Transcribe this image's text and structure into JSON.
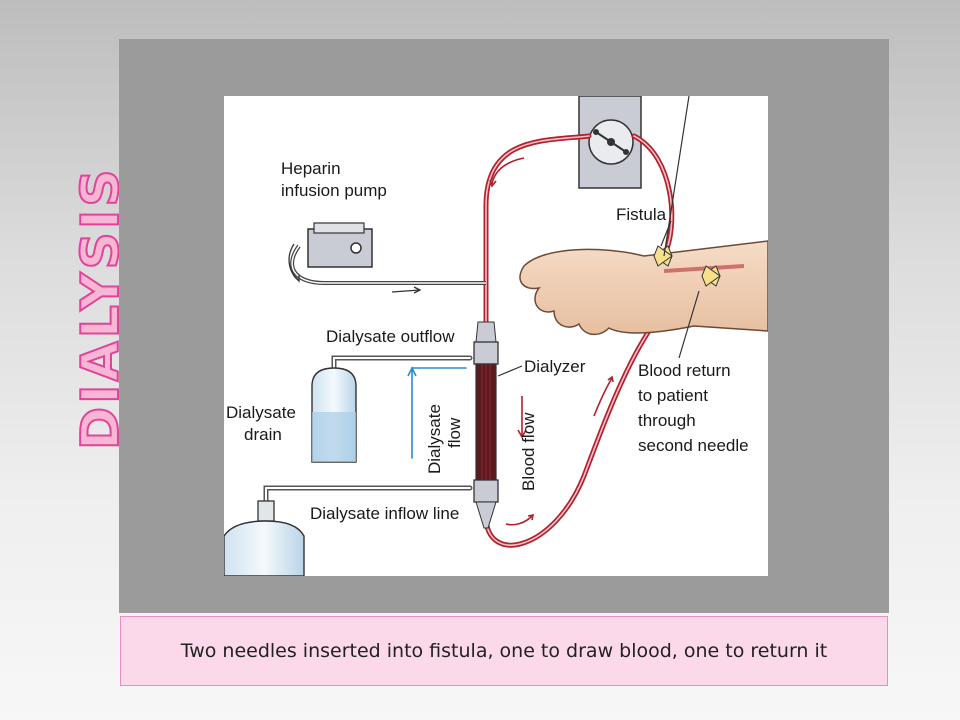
{
  "slide": {
    "title": "DIALYSIS",
    "caption": "Two needles inserted into fistula, one to draw blood, one to return it"
  },
  "diagram": {
    "labels": {
      "heparin_line1": "Heparin",
      "heparin_line2": "infusion pump",
      "fistula": "Fistula",
      "dialysate_outflow": "Dialysate outflow",
      "dialyzer": "Dialyzer",
      "dialysate_drain_line1": "Dialysate",
      "dialysate_drain_line2": "drain",
      "dialysate_flow_line1": "Dialysate",
      "dialysate_flow_line2": "flow",
      "blood_flow": "Blood flow",
      "blood_return_line1": "Blood return",
      "blood_return_line2": "to patient",
      "blood_return_line3": "through",
      "blood_return_line4": "second needle",
      "dialysate_inflow_line": "Dialysate inflow line"
    }
  },
  "colors": {
    "title_fill": "#f7b7d4",
    "title_stroke": "#e0439a",
    "blood_tube": "#b3202d",
    "dialysate_tube": "#2a8bd0",
    "caption_bg": "#fbd9ea"
  }
}
